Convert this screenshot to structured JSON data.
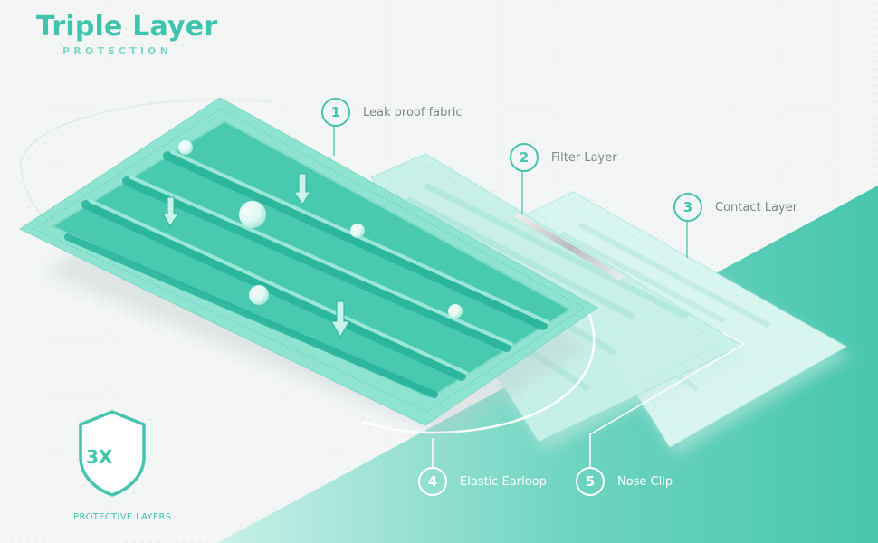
{
  "header": {
    "title": "Triple Layer",
    "subtitle": "PROTECTION"
  },
  "callouts": [
    {
      "number": "1",
      "label": "Leak proof fabric"
    },
    {
      "number": "2",
      "label": "Filter Layer"
    },
    {
      "number": "3",
      "label": "Contact Layer"
    },
    {
      "number": "4",
      "label": "Elastic Earloop"
    },
    {
      "number": "5",
      "label": "Nose Clip"
    }
  ],
  "badge": {
    "text": "3X",
    "caption": "PROTECTIVE LAYERS",
    "icon": "shield-icon"
  },
  "colors": {
    "accent": "#3fc4ad",
    "teal_dark": "#2bb59d",
    "layer_outer": "#8fe0cf",
    "layer_filter": "#c4efe6",
    "layer_contact": "#d5f4ee",
    "text_gray": "#7d8585"
  }
}
